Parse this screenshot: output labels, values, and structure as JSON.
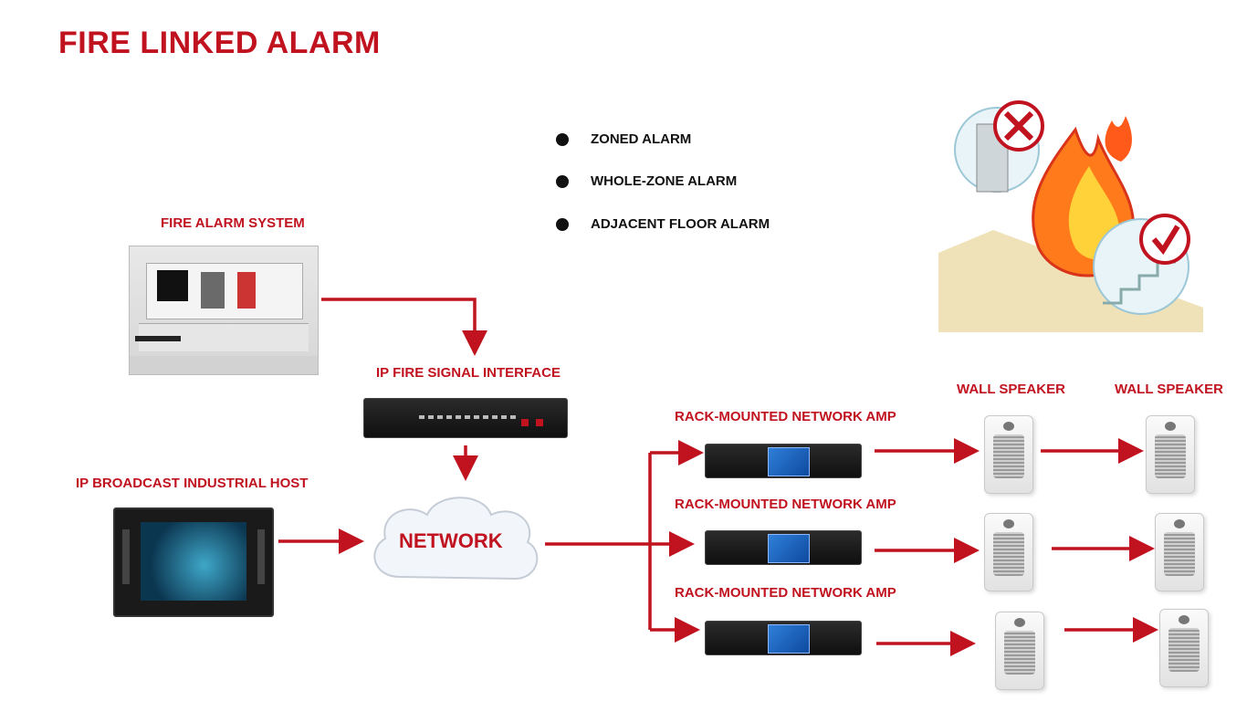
{
  "title": "FIRE LINKED ALARM",
  "legend": [
    {
      "label": "ZONED ALARM"
    },
    {
      "label": "WHOLE-ZONE ALARM"
    },
    {
      "label": "ADJACENT FLOOR ALARM"
    }
  ],
  "nodes": {
    "fire_alarm_system": "FIRE ALARM SYSTEM",
    "ip_fire_signal_interface": "IP FIRE SIGNAL INTERFACE",
    "ip_broadcast_host": "IP BROADCAST INDUSTRIAL HOST",
    "network": "NETWORK",
    "amps": [
      {
        "label": "RACK-MOUNTED NETWORK AMP"
      },
      {
        "label": "RACK-MOUNTED NETWORK AMP"
      },
      {
        "label": "RACK-MOUNTED NETWORK AMP"
      }
    ],
    "wall_speaker_1": "WALL SPEAKER",
    "wall_speaker_2": "WALL SPEAKER"
  },
  "colors": {
    "accent": "#c1121f",
    "text": "#111111"
  }
}
